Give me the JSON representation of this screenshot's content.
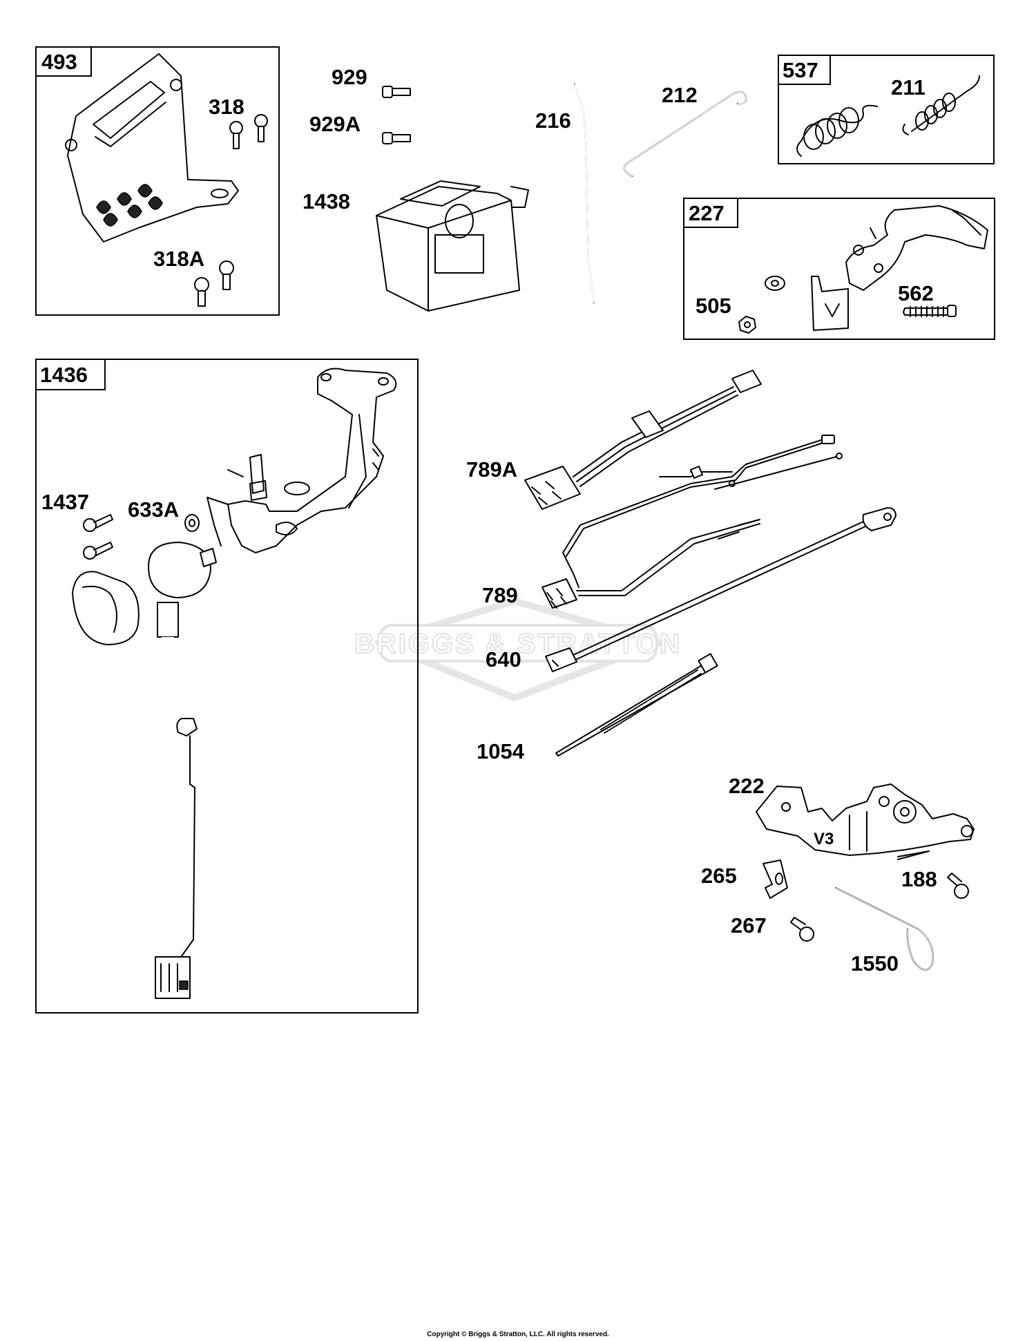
{
  "diagram": {
    "watermark": "BRIGGS & STRATTON",
    "copyright": "Copyright © Briggs & Stratton, LLC. All rights reserved.",
    "groups": {
      "g493": "493",
      "g537": "537",
      "g227": "227",
      "g1436": "1436"
    },
    "parts": {
      "p318": "318",
      "p318A": "318A",
      "p929": "929",
      "p929A": "929A",
      "p1438": "1438",
      "p216": "216",
      "p212": "212",
      "p211": "211",
      "p505": "505",
      "p562": "562",
      "p1437": "1437",
      "p633A": "633A",
      "p789A": "789A",
      "p789": "789",
      "p640": "640",
      "p1054": "1054",
      "p222": "222",
      "p265": "265",
      "p188": "188",
      "p267": "267",
      "p1550": "1550"
    },
    "stamp": "V3"
  }
}
